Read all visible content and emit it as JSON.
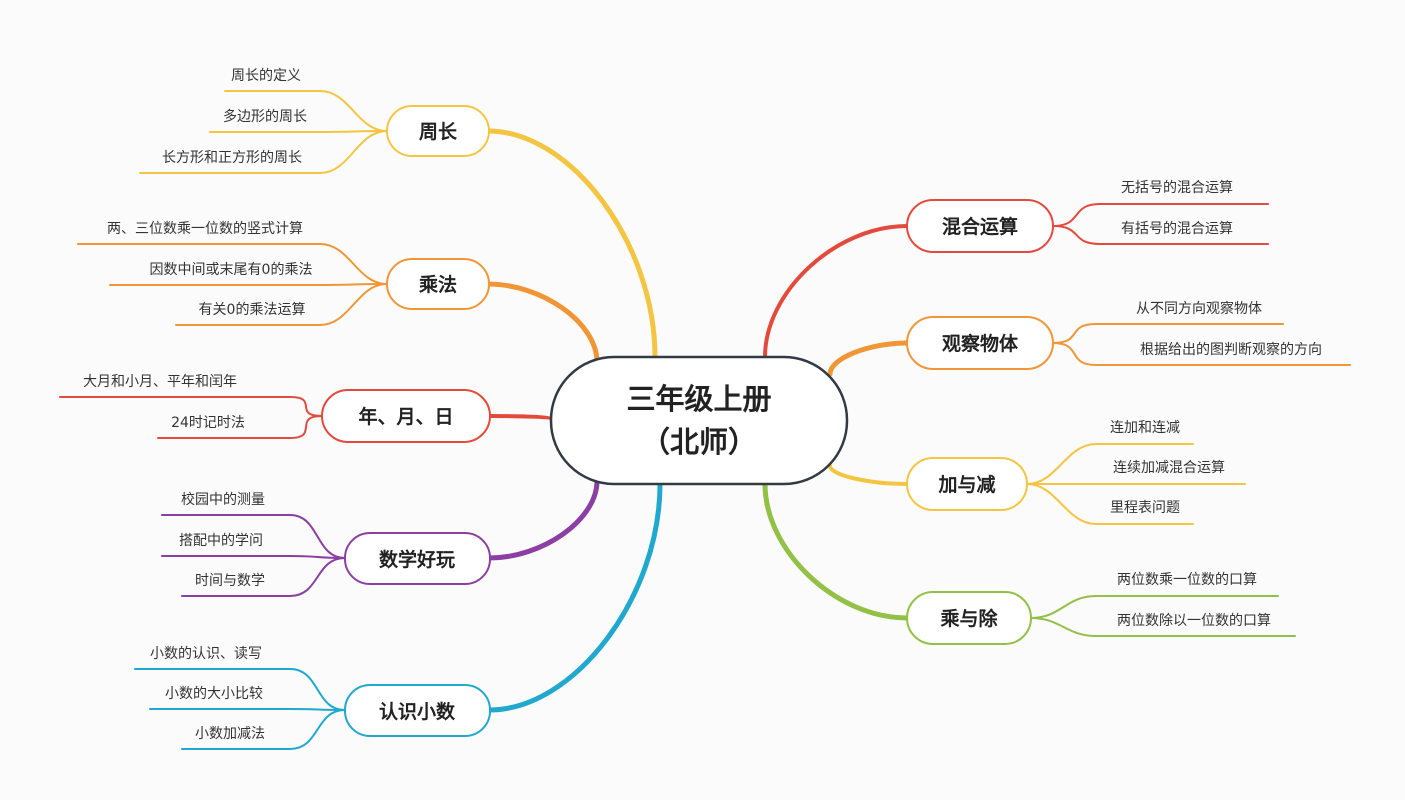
{
  "center": {
    "line1": "三年级上册",
    "line2": "（北师）"
  },
  "branches": [
    {
      "label": "周长",
      "color": "#f4c542",
      "leaves": [
        "周长的定义",
        "多边形的周长",
        "长方形和正方形的周长"
      ]
    },
    {
      "label": "乘法",
      "color": "#f09637",
      "leaves": [
        "两、三位数乘一位数的竖式计算",
        "因数中间或末尾有0的乘法",
        "有关0的乘法运算"
      ]
    },
    {
      "label": "年、月、日",
      "color": "#e44a3c",
      "leaves": [
        "大月和小月、平年和闰年",
        "24时记时法"
      ]
    },
    {
      "label": "数学好玩",
      "color": "#8b3fa3",
      "leaves": [
        "校园中的测量",
        "搭配中的学问",
        "时间与数学"
      ]
    },
    {
      "label": "认识小数",
      "color": "#21a8cf",
      "leaves": [
        "小数的认识、读写",
        "小数的大小比较",
        "小数加减法"
      ]
    },
    {
      "label": "混合运算",
      "color": "#e44a3c",
      "leaves": [
        "无括号的混合运算",
        "有括号的混合运算"
      ]
    },
    {
      "label": "观察物体",
      "color": "#f09637",
      "leaves": [
        "从不同方向观察物体",
        "根据给出的图判断观察的方向"
      ]
    },
    {
      "label": "加与减",
      "color": "#f4c542",
      "leaves": [
        "连加和连减",
        "连续加减混合运算",
        "里程表问题"
      ]
    },
    {
      "label": "乘与除",
      "color": "#93c047",
      "leaves": [
        "两位数乘一位数的口算",
        "两位数除以一位数的口算"
      ]
    }
  ]
}
